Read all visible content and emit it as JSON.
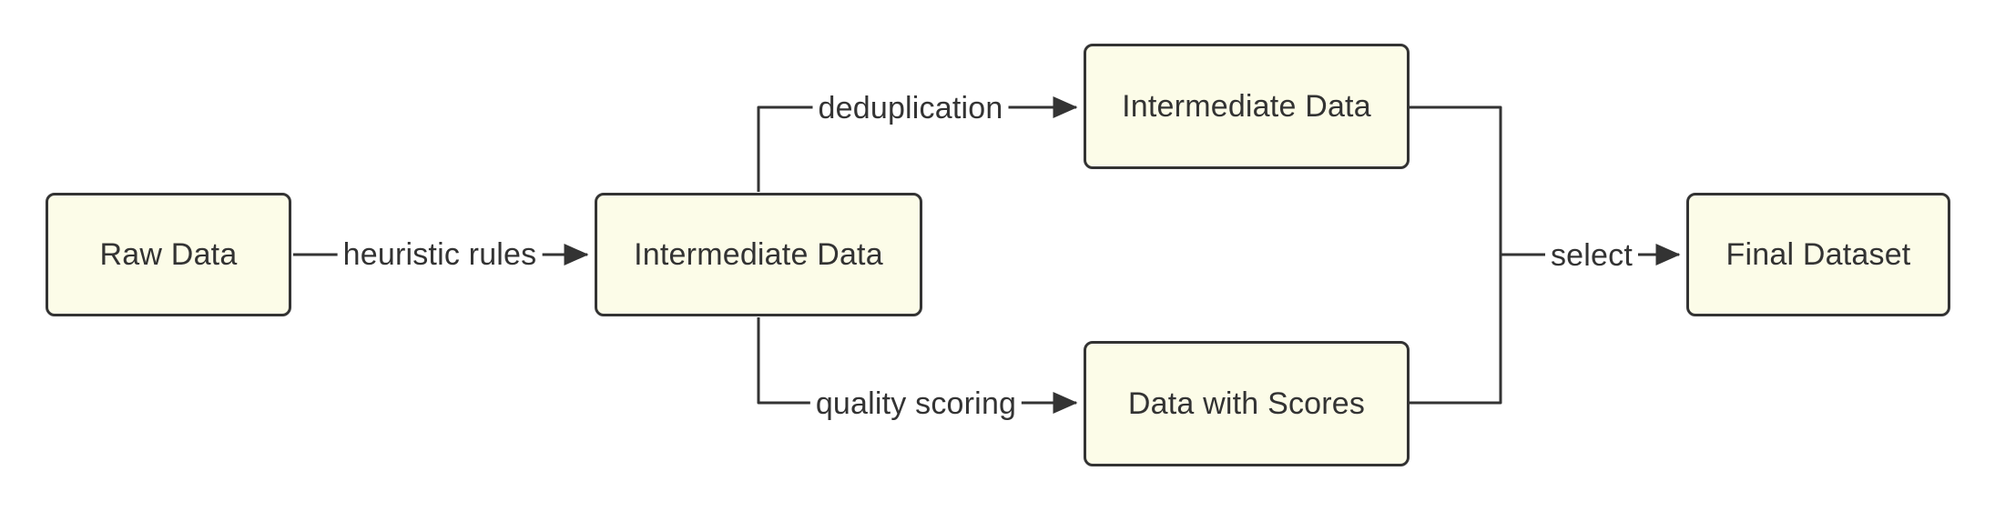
{
  "diagram": {
    "type": "flowchart",
    "direction": "left-to-right",
    "title": "",
    "background_color": "#ffffff",
    "node_fill_color": "#fcfce8",
    "node_border_color": "#333333",
    "text_color": "#333333",
    "edge_color": "#333333",
    "nodes": [
      {
        "id": "raw",
        "label": "Raw Data"
      },
      {
        "id": "mid1",
        "label": "Intermediate Data"
      },
      {
        "id": "mid2",
        "label": "Intermediate Data"
      },
      {
        "id": "scores",
        "label": "Data with Scores"
      },
      {
        "id": "final",
        "label": "Final Dataset"
      }
    ],
    "edges": [
      {
        "from": "raw",
        "to": "mid1",
        "label": "heuristic rules"
      },
      {
        "from": "mid1",
        "to": "mid2",
        "label": "deduplication"
      },
      {
        "from": "mid1",
        "to": "scores",
        "label": "quality scoring"
      },
      {
        "from": "mid2",
        "to": "final",
        "label": "select"
      },
      {
        "from": "scores",
        "to": "final",
        "label": "select"
      }
    ]
  }
}
